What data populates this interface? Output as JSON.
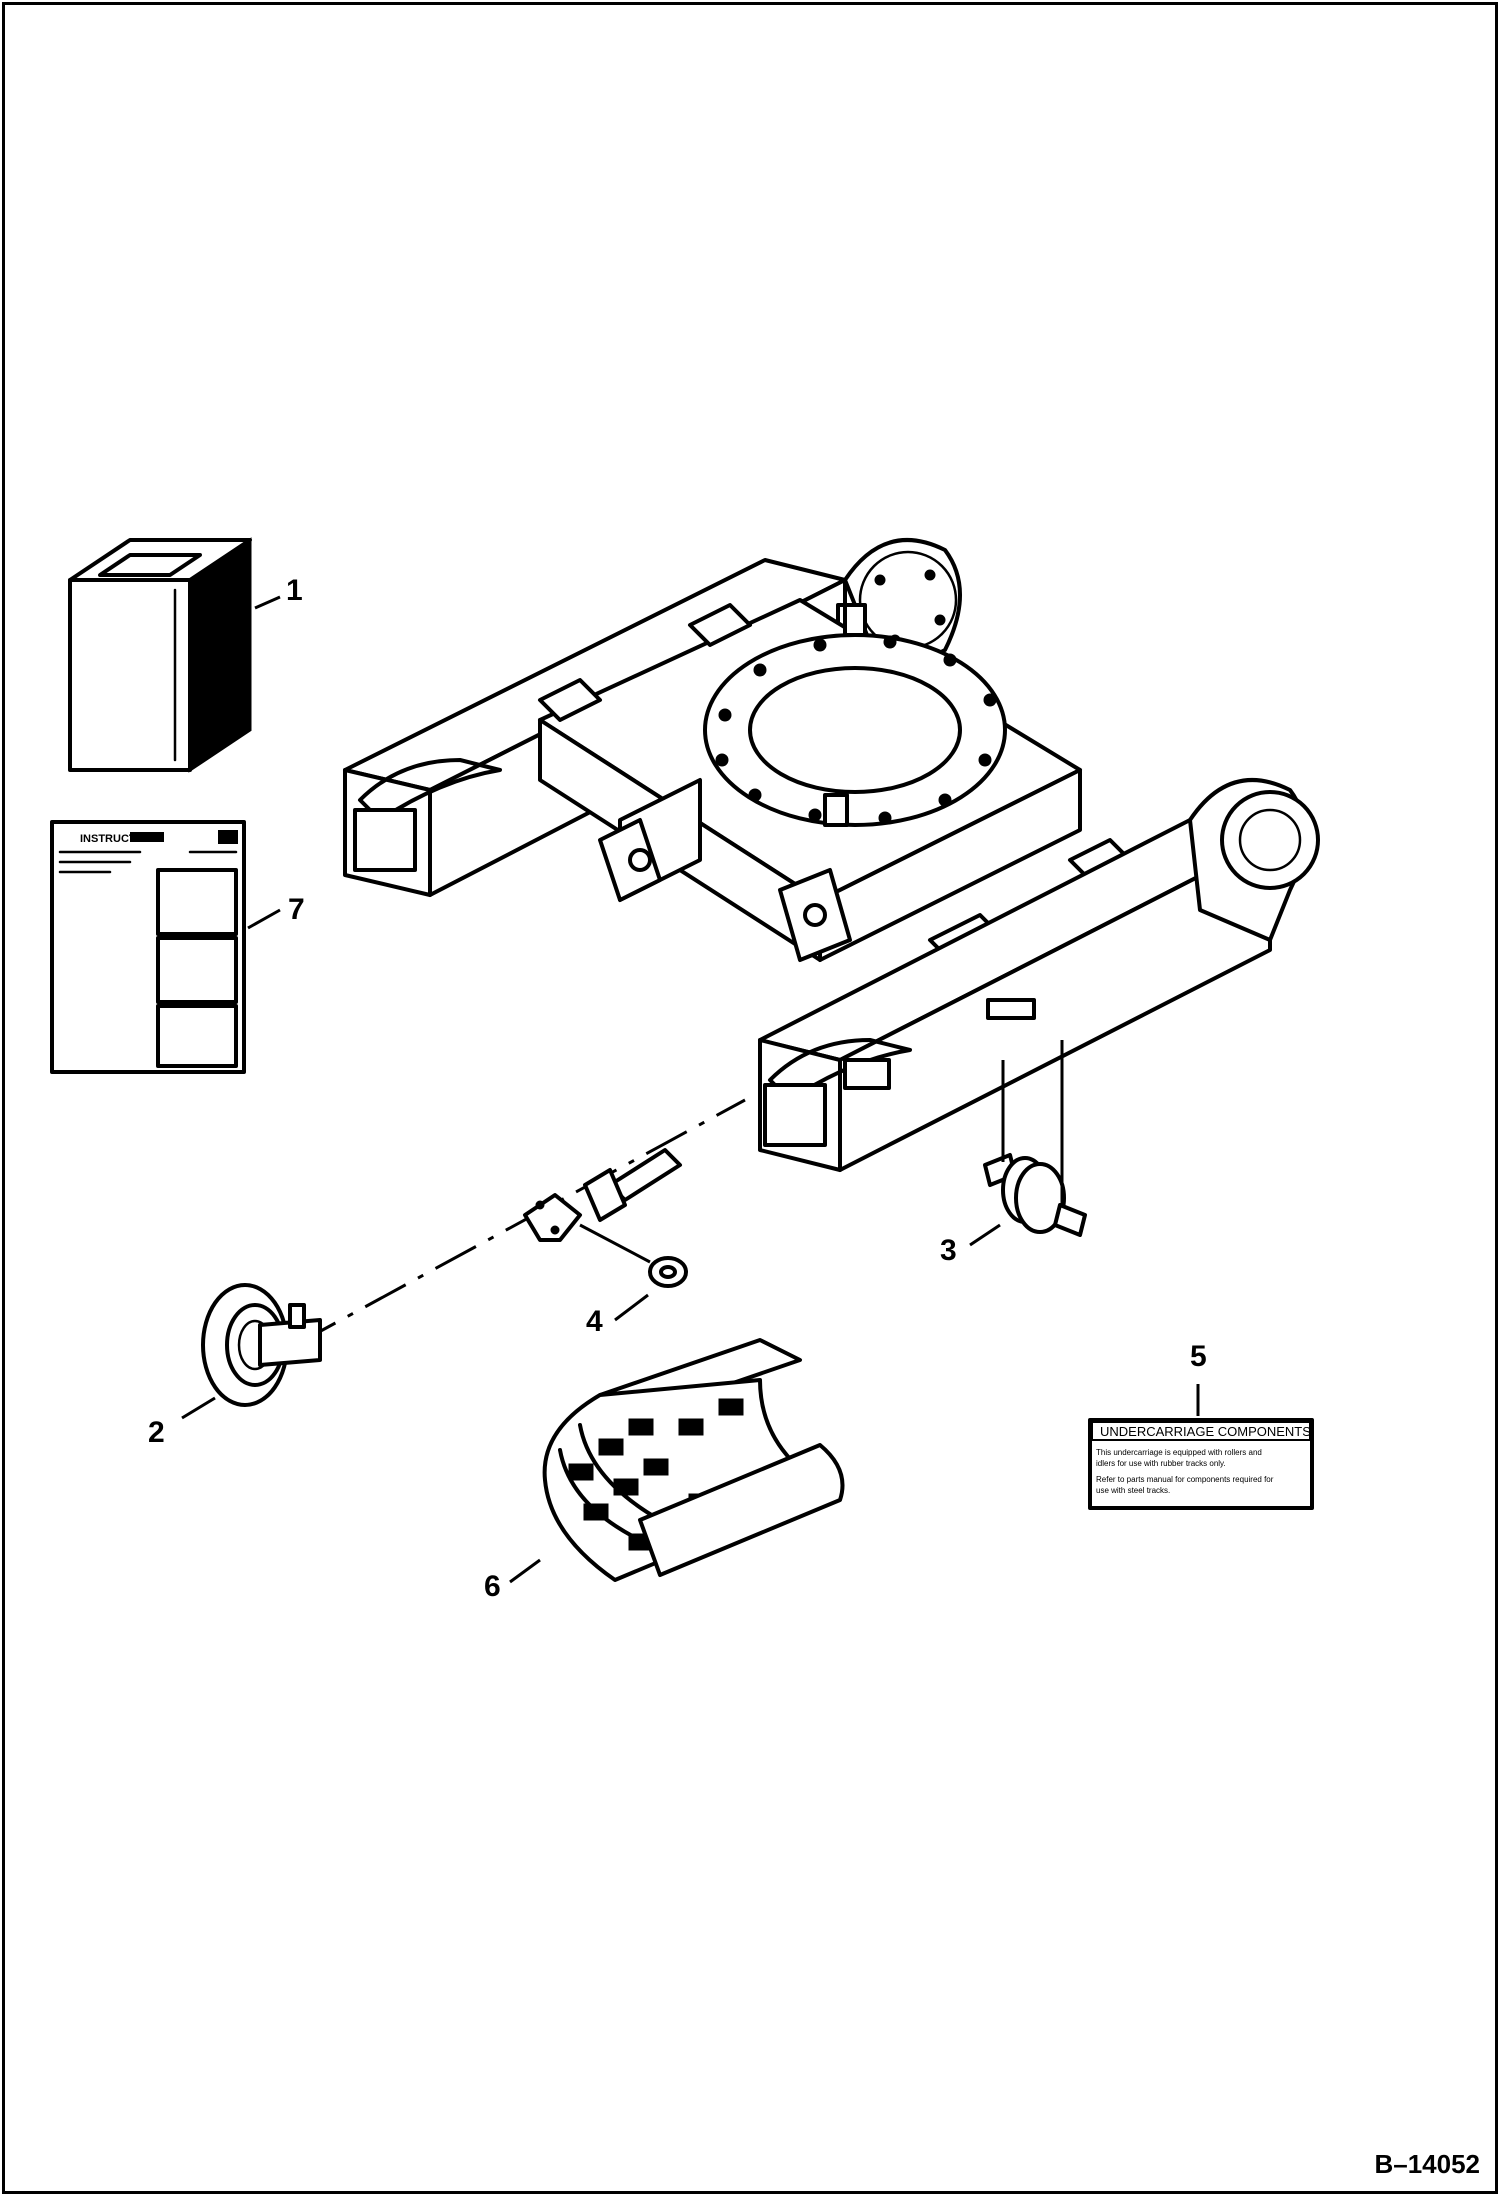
{
  "callouts": [
    {
      "id": "c1",
      "label": "1"
    },
    {
      "id": "c2",
      "label": "2"
    },
    {
      "id": "c3",
      "label": "3"
    },
    {
      "id": "c4",
      "label": "4"
    },
    {
      "id": "c5",
      "label": "5"
    },
    {
      "id": "c6",
      "label": "6"
    },
    {
      "id": "c7",
      "label": "7"
    }
  ],
  "instruction_sheet": {
    "header": "INSTRUCTIONS"
  },
  "decal": {
    "title": "UNDERCARRIAGE COMPONENTS",
    "line1": "This undercarriage is equipped with rollers and",
    "line2": "idlers for use with rubber tracks only.",
    "line3": "Refer to parts manual for components required for",
    "line4": "use with steel tracks."
  },
  "figure_id": "B–14052"
}
